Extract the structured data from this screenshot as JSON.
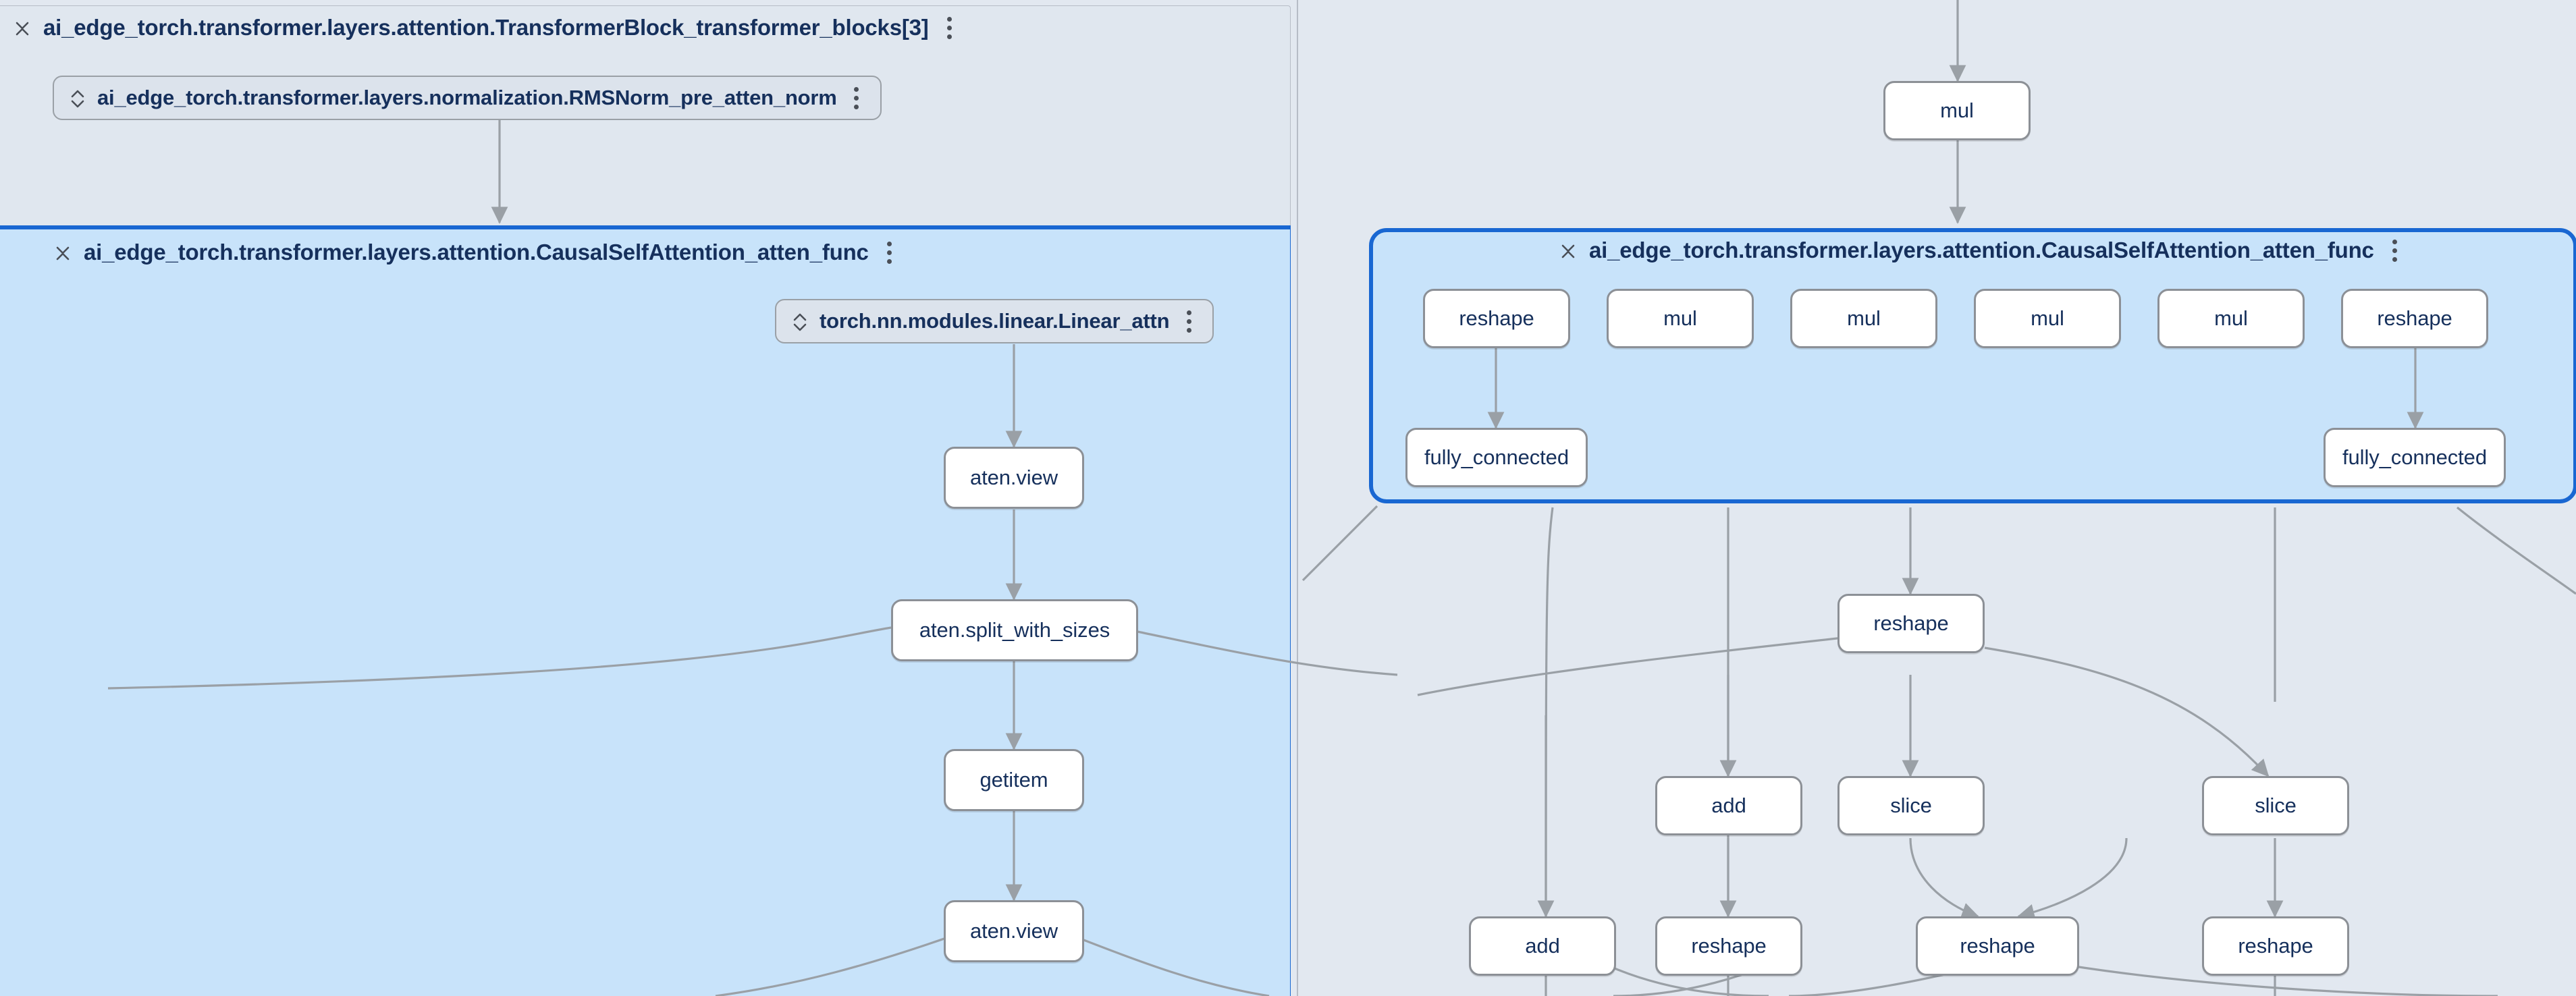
{
  "app": {
    "name": "model-explorer-graph-view",
    "canvas_background": "#e2e8f0",
    "panel_background": "#e0e7ef",
    "selected_group_fill": "#c8e3fa",
    "selected_group_border": "#1967d2",
    "node_fill": "#ffffff",
    "node_border": "#8c9096",
    "edge_color": "#9aa0a6",
    "text_color": "#16305c"
  },
  "groups": {
    "transformer_block": {
      "title": "ai_edge_torch.transformer.layers.attention.TransformerBlock_transformer_blocks[3]",
      "collapse_icon": "collapse-chevrons-icon",
      "menu_icon": "kebab-menu-icon",
      "selected": false
    },
    "atten_left": {
      "title": "ai_edge_torch.transformer.layers.attention.CausalSelfAttention_atten_func",
      "collapse_icon": "collapse-chevrons-icon",
      "menu_icon": "kebab-menu-icon",
      "selected": true
    },
    "atten_right": {
      "title": "ai_edge_torch.transformer.layers.attention.CausalSelfAttention_atten_func",
      "collapse_icon": "collapse-chevrons-icon",
      "menu_icon": "kebab-menu-icon",
      "selected": true
    }
  },
  "pills": [
    {
      "label": "ai_edge_torch.transformer.layers.normalization.RMSNorm_pre_atten_norm",
      "expand_icon": "expand-chevrons-icon",
      "menu_icon": "kebab-menu-icon"
    },
    {
      "label": "torch.nn.modules.linear.Linear_attn",
      "expand_icon": "expand-chevrons-icon",
      "menu_icon": "kebab-menu-icon"
    }
  ],
  "nodes": {
    "left_chain": [
      {
        "label": "aten.view"
      },
      {
        "label": "aten.split_with_sizes"
      },
      {
        "label": "getitem"
      },
      {
        "label": "aten.view"
      }
    ],
    "top_right": [
      {
        "label": "mul"
      }
    ],
    "atten_right_row": [
      {
        "label": "reshape"
      },
      {
        "label": "mul"
      },
      {
        "label": "mul"
      },
      {
        "label": "mul"
      },
      {
        "label": "mul"
      },
      {
        "label": "reshape"
      }
    ],
    "atten_right_fc": [
      {
        "label": "fully_connected"
      },
      {
        "label": "fully_connected"
      }
    ],
    "lower_right": [
      {
        "label": "reshape"
      },
      {
        "label": "add"
      },
      {
        "label": "slice"
      },
      {
        "label": "slice"
      },
      {
        "label": "add"
      },
      {
        "label": "reshape"
      },
      {
        "label": "reshape"
      },
      {
        "label": "reshape"
      }
    ]
  }
}
